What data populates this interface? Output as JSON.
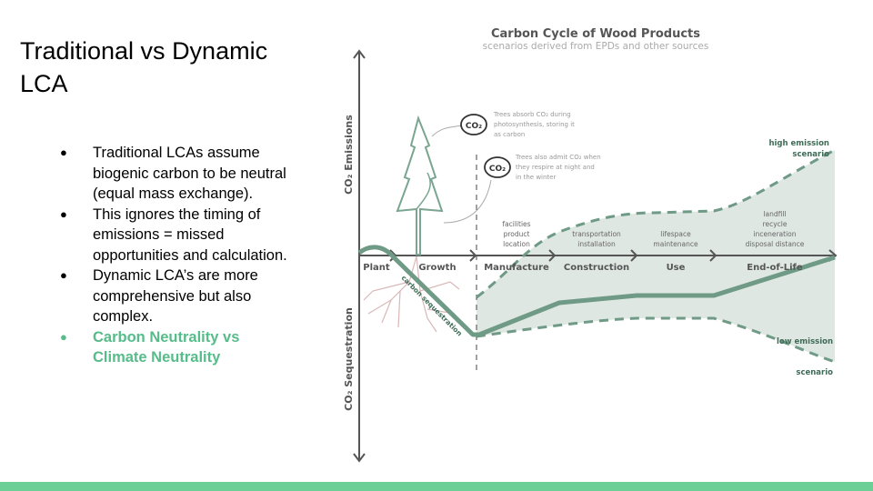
{
  "slide": {
    "title": "Traditional vs Dynamic LCA",
    "bullets": [
      "Traditional LCAs assume biogenic carbon to be neutral (equal mass exchange).",
      "This ignores the timing of emissions = missed opportunities and calculation.",
      "Dynamic LCA’s are more comprehensive but also complex.",
      "Carbon Neutrality vs Climate Neutrality"
    ]
  },
  "diagram": {
    "title": "Carbon Cycle of Wood Products",
    "subtitle": "scenarios derived from EPDs and other sources",
    "y_axis_top": "CO₂ Emissions",
    "y_axis_bottom": "CO₂ Sequestration",
    "co2_label": "CO₂",
    "note1": [
      "Trees absorb CO₂ during",
      "photosynthesis, storing it",
      "as carbon"
    ],
    "note2": [
      "Trees also admit CO₂ when",
      "they respire at night and",
      "in the winter"
    ],
    "stages": [
      "Plant",
      "Growth",
      "Manufacture",
      "Construction",
      "Use",
      "End-of-Life"
    ],
    "stage_details": {
      "manufacture": [
        "facilities",
        "product",
        "location"
      ],
      "construction": [
        "transportation",
        "installation"
      ],
      "use": [
        "lifespace",
        "maintenance"
      ],
      "end_of_life": [
        "landfill",
        "recycle",
        "inceneration",
        "disposal distance"
      ]
    },
    "sequestration_label": "carbon sequestration",
    "high_scenario": [
      "high emission",
      "scenario"
    ],
    "low_scenario": [
      "low emission",
      "scenario"
    ],
    "colors": {
      "line": "#6e9a86",
      "fill": "#dfe7e3",
      "axis": "#555555",
      "accent": "#57bb8a",
      "roots": "#d9b8b8"
    }
  }
}
